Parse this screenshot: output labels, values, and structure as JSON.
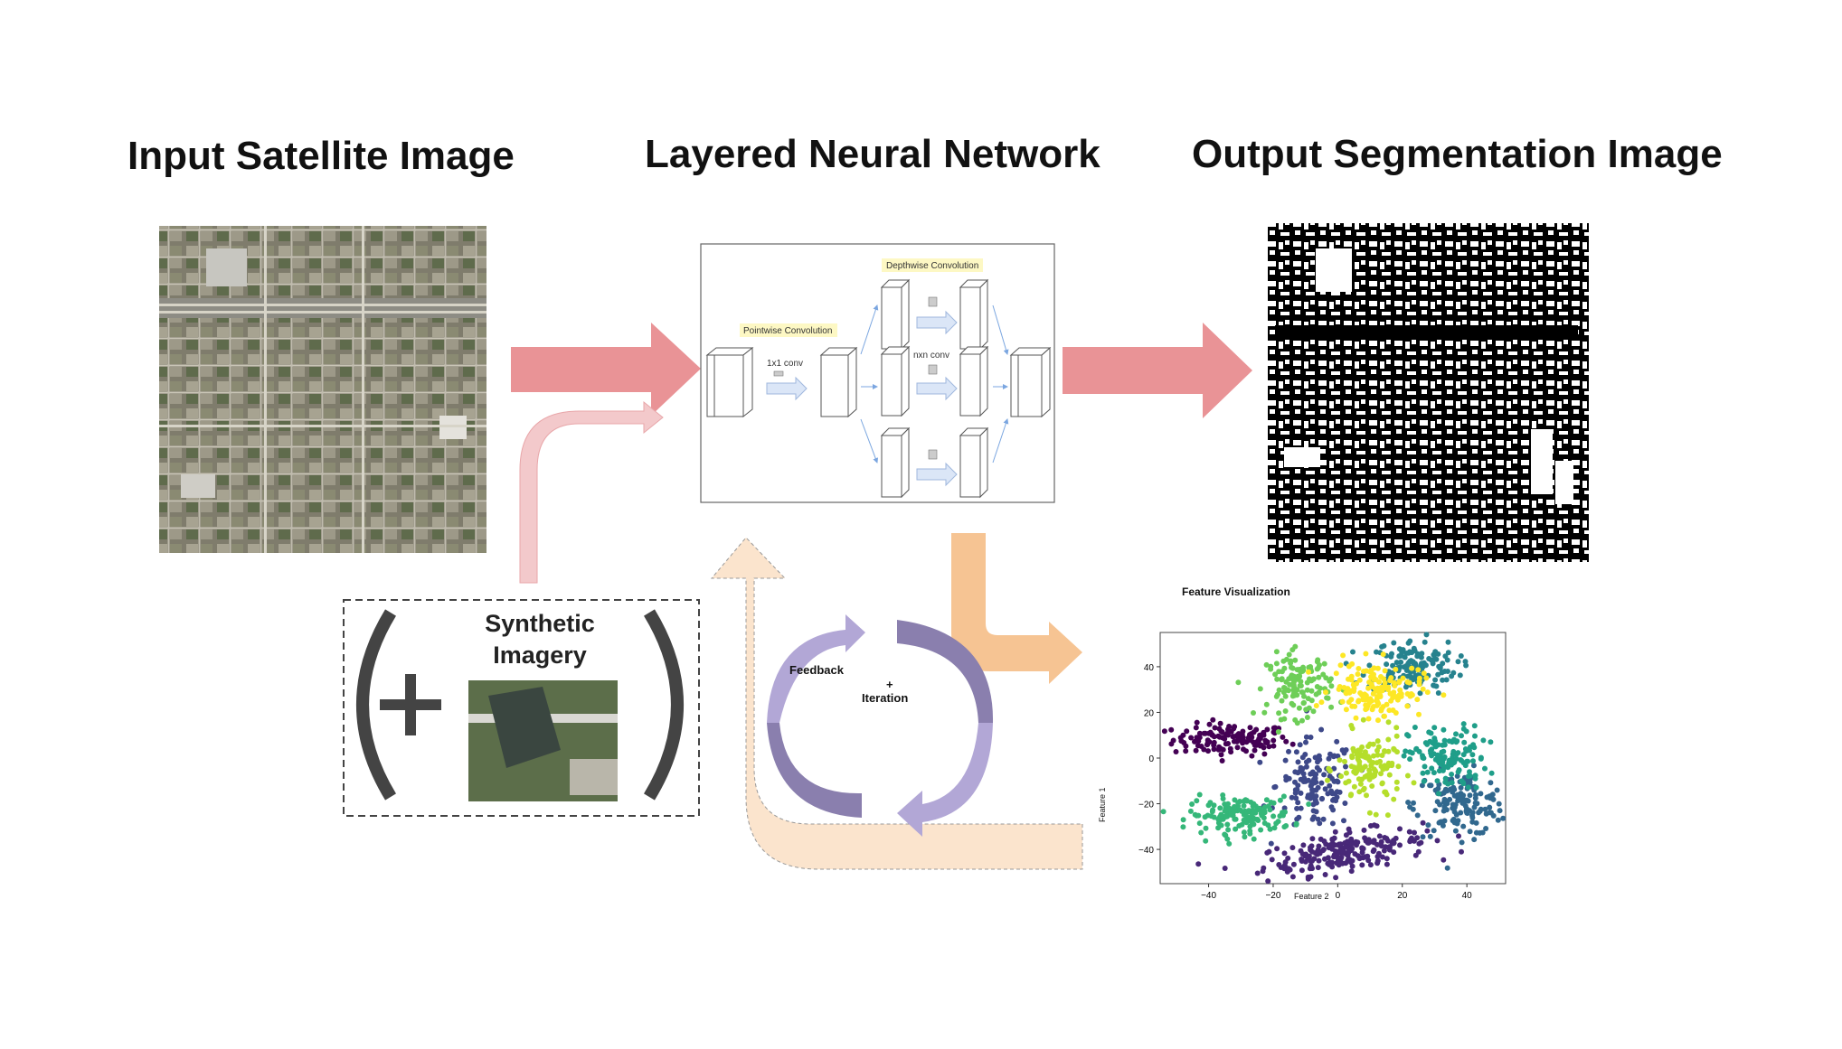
{
  "titles": {
    "input": "Input Satellite Image",
    "network": "Layered Neural Network",
    "output": "Output Segmentation Image"
  },
  "network_diagram": {
    "depthwise_label": "Depthwise Convolution",
    "pointwise_label": "Pointwise Convolution",
    "conv1_label": "1x1 conv",
    "convn_label": "nxn conv"
  },
  "synthetic": {
    "line1": "Synthetic",
    "line2": "Imagery"
  },
  "loop": {
    "feedback": "Feedback",
    "plus": "+",
    "iteration": "Iteration"
  },
  "feature_plot": {
    "title": "Feature Visualization"
  },
  "colors": {
    "red_arrow": "#e99396",
    "pink_arrow_light": "#f3c9cb",
    "orange_arrow": "#f6c493",
    "peach_arrow": "#fbe4cd",
    "purple_dark": "#8a7fae",
    "purple_light": "#b2a7d6",
    "label_highlight": "#fdf8c4"
  },
  "chart_data": {
    "type": "scatter",
    "title": "Feature Visualization",
    "xlabel": "Feature 2",
    "ylabel": "Feature 1",
    "xlim": [
      -55,
      52
    ],
    "ylim": [
      -55,
      55
    ],
    "xticks": [
      -40,
      -20,
      0,
      20,
      40
    ],
    "yticks": [
      40,
      20,
      0,
      -20,
      -40
    ],
    "xtick_labels": [
      "−40",
      "−20",
      "0",
      "20",
      "40"
    ],
    "ytick_labels": [
      "40",
      "20",
      "0",
      "−20",
      "−40"
    ],
    "series": [
      {
        "color": "#440154",
        "cx": -33,
        "cy": 8,
        "sx": 9,
        "sy": 3.5,
        "n": 130
      },
      {
        "color": "#482878",
        "cx": 2,
        "cy": -41,
        "sx": 13,
        "sy": 4,
        "rot": 0.22,
        "n": 220
      },
      {
        "color": "#3e4989",
        "cx": -7,
        "cy": -12,
        "sx": 6,
        "sy": 10,
        "n": 130
      },
      {
        "color": "#31688e",
        "cx": 38,
        "cy": -20,
        "sx": 7,
        "sy": 7,
        "n": 150
      },
      {
        "color": "#26828e",
        "cx": 23,
        "cy": 40,
        "sx": 7,
        "sy": 6,
        "n": 150
      },
      {
        "color": "#1f9e89",
        "cx": 34,
        "cy": 0,
        "sx": 6,
        "sy": 7,
        "n": 130
      },
      {
        "color": "#35b779",
        "cx": -30,
        "cy": -25,
        "sx": 8,
        "sy": 4,
        "n": 150
      },
      {
        "color": "#6ece58",
        "cx": -12,
        "cy": 32,
        "sx": 5,
        "sy": 7,
        "n": 130
      },
      {
        "color": "#b5de2b",
        "cx": 10,
        "cy": -5,
        "sx": 5,
        "sy": 8,
        "n": 120
      },
      {
        "color": "#fde725",
        "cx": 12,
        "cy": 30,
        "sx": 7,
        "sy": 6,
        "n": 150
      }
    ]
  }
}
